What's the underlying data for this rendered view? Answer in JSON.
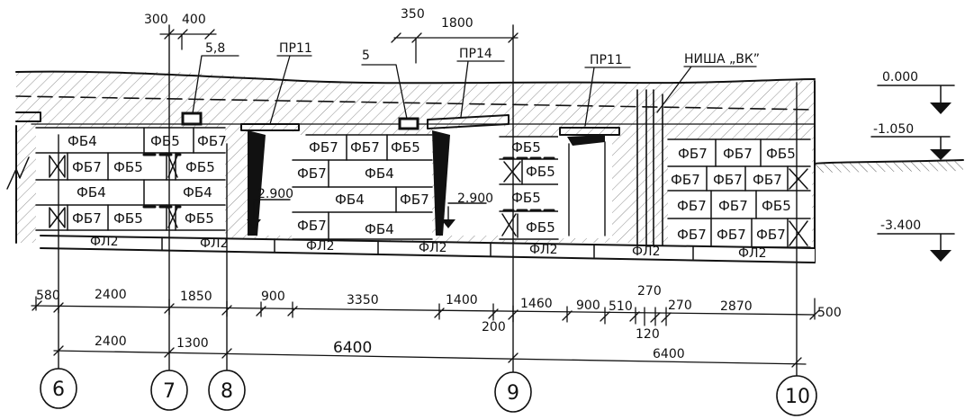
{
  "labels": {
    "top_300": "300",
    "top_400": "400",
    "top_58": "5,8",
    "top_350": "350",
    "top_1800": "1800",
    "top_5": "5",
    "pr11_left": "ПР11",
    "pr14": "ПР14",
    "pr11_right": "ПР11",
    "niche": "НИША „ВК”",
    "elev_0": "0.000",
    "elev_1050": "-1.050",
    "elev_3400": "-3.400",
    "elev_2900_a": "2.900",
    "elev_2900_b": "2.900"
  },
  "wall_blocks": {
    "seg1": [
      "ФБ4",
      "ФБ5",
      "ФБ7",
      "ФБ7",
      "ФБ5",
      "ФБ5",
      "ФБ4",
      "ФБ4",
      "ФБ7",
      "ФБ5",
      "ФБ5"
    ],
    "seg2": [
      "ФБ7",
      "ФБ7",
      "ФБ5",
      "ФБ7",
      "ФБ4",
      "ФБ4",
      "ФБ7",
      "ФБ7",
      "ФБ4"
    ],
    "seg3": [
      "ФБ5",
      "ФБ5",
      "ФБ5",
      "ФБ5"
    ],
    "seg4": [
      "ФБ7",
      "ФБ7",
      "ФБ5",
      "ФБ7",
      "ФБ7",
      "ФБ7",
      "ФБ7",
      "ФБ7",
      "ФБ5",
      "ФБ7",
      "ФБ7",
      "ФБ7"
    ]
  },
  "footings": [
    "ФЛ2",
    "ФЛ2",
    "ФЛ2",
    "ФЛ2",
    "ФЛ2",
    "ФЛ2",
    "ФЛ2"
  ],
  "dim_row1": [
    "580",
    "2400",
    "1850",
    "900",
    "3350",
    "1400",
    "200",
    "1460",
    "900",
    "510",
    "270",
    "120",
    "270",
    "2870",
    "500"
  ],
  "dim_row2": [
    "2400",
    "1300",
    "6400",
    "6400"
  ],
  "axes": [
    "6",
    "7",
    "8",
    "9",
    "10"
  ]
}
